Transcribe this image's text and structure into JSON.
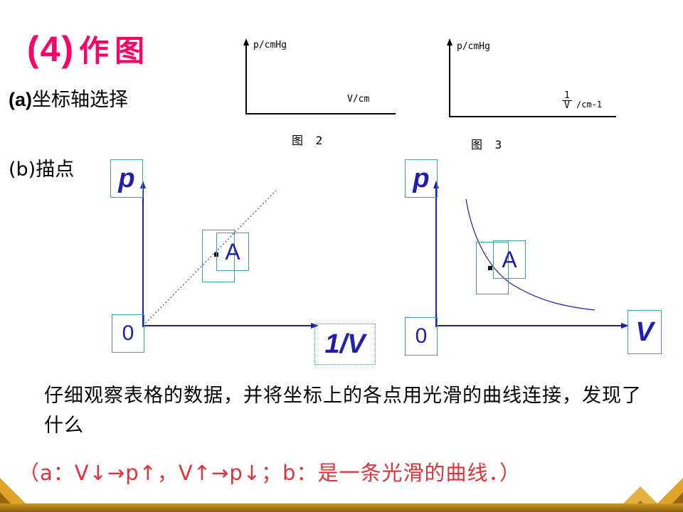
{
  "title": {
    "number": "(4)",
    "text": "作图"
  },
  "step_a": {
    "prefix": "(a)",
    "text": "坐标轴选择"
  },
  "step_b": {
    "text": "(b)描点"
  },
  "fig2": {
    "y_label": "p/cmHg",
    "x_label": "V/cm",
    "caption": "图 2"
  },
  "fig3": {
    "y_label": "p/cmHg",
    "x_frac_num": "1",
    "x_frac_den": "V",
    "x_unit": "/cm-1",
    "caption": "图 3"
  },
  "graph_left": {
    "y_label": "p",
    "x_label": "1/V",
    "origin": "0",
    "point": "A"
  },
  "graph_right": {
    "y_label": "p",
    "x_label": "V",
    "origin": "0",
    "point": "A"
  },
  "observation": "仔细观察表格的数据，并将坐标上的各点用光滑的曲线连接，发现了什么",
  "answer": "（a：V↓→p↑，V↑→p↓；b：是一条光滑的曲线．）",
  "colors": {
    "title": "#ff0066",
    "axis": "#1f1fae",
    "box": "#3aa69a",
    "answer": "#e8303a",
    "decor": "#d9a020"
  }
}
